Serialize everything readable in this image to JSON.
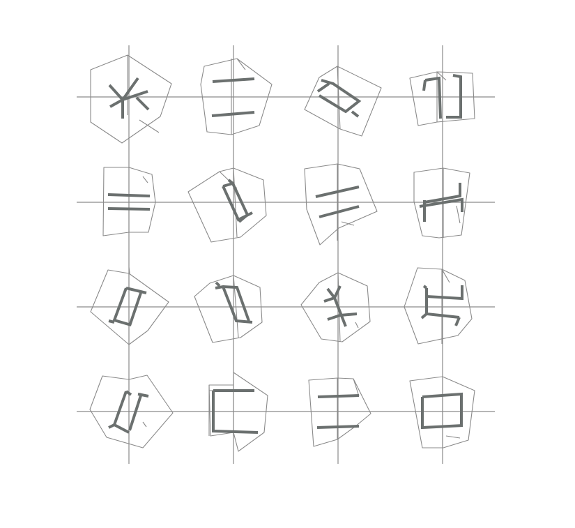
{
  "figure": {
    "rows": 4,
    "cols": 4,
    "line_color": "#8a8a8a",
    "glyph_color": "#6b706f",
    "background": "#ffffff"
  },
  "cells": [
    {
      "row": 0,
      "col": 0,
      "glyph": "trident"
    },
    {
      "row": 0,
      "col": 1,
      "glyph": "parallel-bars"
    },
    {
      "row": 0,
      "col": 2,
      "glyph": "bracket"
    },
    {
      "row": 0,
      "col": 3,
      "glyph": "bracket"
    },
    {
      "row": 1,
      "col": 0,
      "glyph": "parallel-bars"
    },
    {
      "row": 1,
      "col": 1,
      "glyph": "bracket"
    },
    {
      "row": 1,
      "col": 2,
      "glyph": "parallel-bars"
    },
    {
      "row": 1,
      "col": 3,
      "glyph": "h-shape"
    },
    {
      "row": 2,
      "col": 0,
      "glyph": "bracket"
    },
    {
      "row": 2,
      "col": 1,
      "glyph": "bracket"
    },
    {
      "row": 2,
      "col": 2,
      "glyph": "trident"
    },
    {
      "row": 2,
      "col": 3,
      "glyph": "bracket"
    },
    {
      "row": 3,
      "col": 0,
      "glyph": "bracket"
    },
    {
      "row": 3,
      "col": 1,
      "glyph": "open-square"
    },
    {
      "row": 3,
      "col": 2,
      "glyph": "parallel-bars"
    },
    {
      "row": 3,
      "col": 3,
      "glyph": "open-square"
    }
  ]
}
